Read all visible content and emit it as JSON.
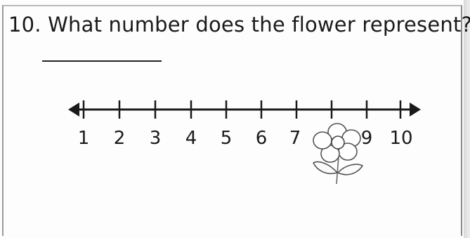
{
  "question": {
    "text": "10. What number does the flower represent?"
  },
  "number_line": {
    "labels": [
      "1",
      "2",
      "3",
      "4",
      "5",
      "6",
      "7",
      "9",
      "10"
    ],
    "hidden_value_icon": "flower-icon"
  },
  "colors": {
    "ink": "#1a1a1a",
    "border": "#9a9a9a"
  }
}
